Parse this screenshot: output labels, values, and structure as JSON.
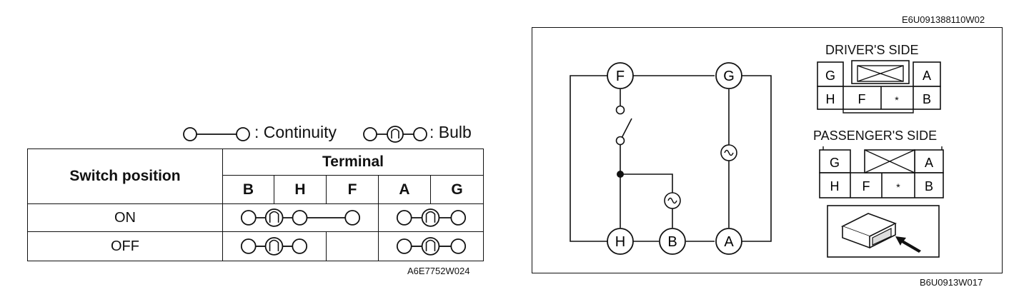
{
  "left_panel": {
    "legend": {
      "continuity_label": ": Continuity",
      "bulb_label": ": Bulb"
    },
    "table": {
      "header_switch": "Switch position",
      "header_terminal": "Terminal",
      "terminals": [
        "B",
        "H",
        "F",
        "A",
        "G"
      ],
      "rows": [
        {
          "position": "ON",
          "bhf": "B-bulb-H-F",
          "ag": "A-bulb-G"
        },
        {
          "position": "OFF",
          "bhf": "B-bulb-H",
          "ag": "A-bulb-G"
        }
      ]
    },
    "figure_code": "A6E7752W024"
  },
  "right_panel": {
    "top_code": "E6U091388110W02",
    "bottom_code": "B6U0913W017",
    "circuit": {
      "terminals": [
        "F",
        "G",
        "H",
        "B",
        "A"
      ]
    },
    "drivers_side": {
      "title": "DRIVER'S SIDE",
      "top_row": [
        "G",
        "",
        "A"
      ],
      "bottom_row": [
        "H",
        "F",
        "*",
        "B"
      ]
    },
    "passengers_side": {
      "title": "PASSENGER'S SIDE",
      "top_row": [
        "G",
        "",
        "A"
      ],
      "bottom_row": [
        "H",
        "F",
        "*",
        "B"
      ]
    }
  }
}
